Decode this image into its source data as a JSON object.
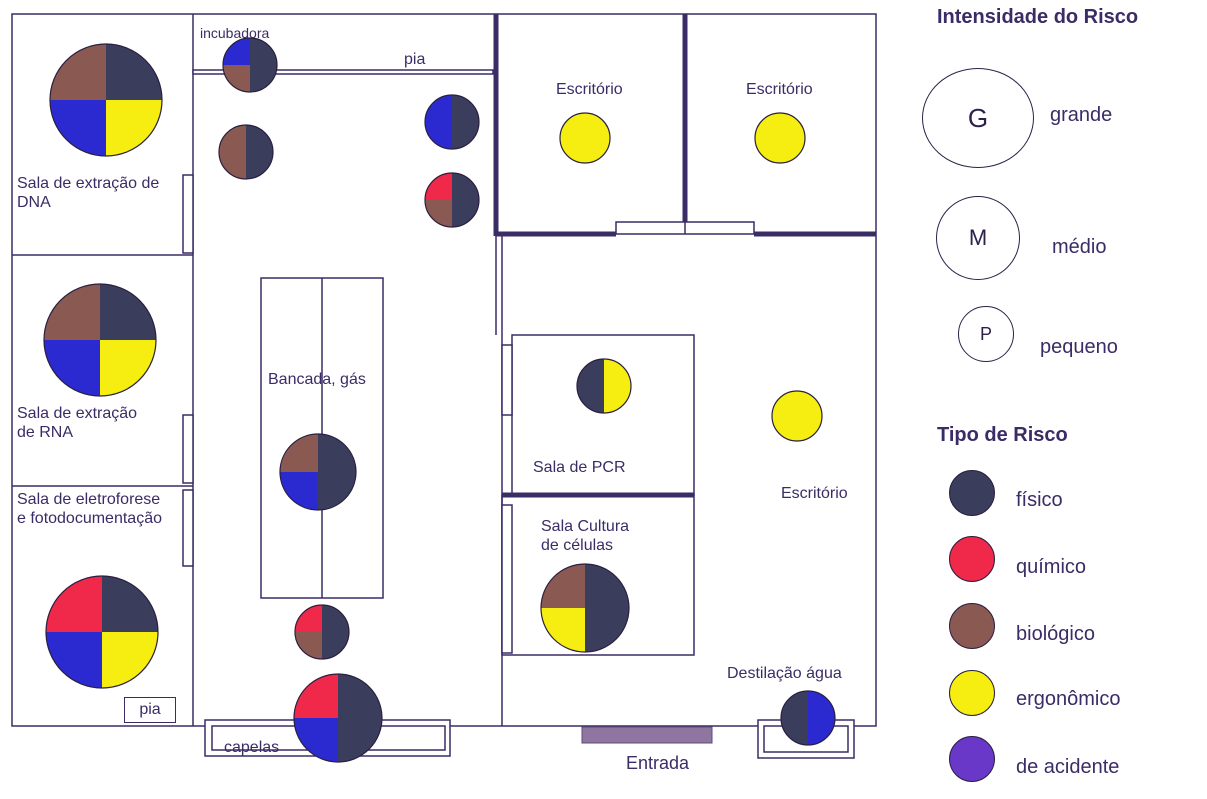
{
  "colors": {
    "wall": "#3b2c66",
    "fisico": "#3a3d5c",
    "quimico": "#f0284a",
    "biologico": "#8a5a52",
    "ergonomico": "#f5ee10",
    "acidente": "#2a2ad0"
  },
  "rooms": {
    "dna": "Sala de extração de\nDNA",
    "rna": "Sala de extração\nde RNA",
    "eletro": "Sala de eletroforese\ne fotodocumentação",
    "incubadora": "incubadora",
    "pia_top": "pia",
    "escritorio1": "Escritório",
    "escritorio2": "Escritório",
    "escritorio3": "Escritório",
    "bancada": "Bancada, gás",
    "pcr": "Sala de PCR",
    "cultura": "Sala Cultura\nde células",
    "destilacao": "Destilação água",
    "pia_bottom": "pia",
    "capelas": "capelas",
    "entrada": "Entrada"
  },
  "legend": {
    "intensity_title": "Intensidade do Risco",
    "sizes": [
      {
        "letter": "G",
        "label": "grande"
      },
      {
        "letter": "M",
        "label": "médio"
      },
      {
        "letter": "P",
        "label": "pequeno"
      }
    ],
    "type_title": "Tipo de Risco",
    "types": [
      {
        "key": "fisico",
        "label": "físico",
        "color": "#3a3d5c"
      },
      {
        "key": "quimico",
        "label": "químico",
        "color": "#f0284a"
      },
      {
        "key": "biologico",
        "label": "biológico",
        "color": "#8a5a52"
      },
      {
        "key": "ergonomico",
        "label": "ergonômico",
        "color": "#f5ee10"
      },
      {
        "key": "acidente",
        "label": "de acidente",
        "color": "#6a38c8"
      }
    ]
  },
  "risk_markers": [
    {
      "id": "dna",
      "intensity": "G",
      "slices": [
        {
          "type": "fisico",
          "angle": 90
        },
        {
          "type": "ergonomico",
          "angle": 90
        },
        {
          "type": "acidente",
          "angle": 90
        },
        {
          "type": "biologico",
          "angle": 90
        }
      ]
    },
    {
      "id": "rna",
      "intensity": "G",
      "slices": [
        {
          "type": "fisico",
          "angle": 90
        },
        {
          "type": "ergonomico",
          "angle": 90
        },
        {
          "type": "acidente",
          "angle": 90
        },
        {
          "type": "biologico",
          "angle": 90
        }
      ]
    },
    {
      "id": "eletro",
      "intensity": "G",
      "slices": [
        {
          "type": "fisico",
          "angle": 90
        },
        {
          "type": "ergonomico",
          "angle": 90
        },
        {
          "type": "acidente",
          "angle": 90
        },
        {
          "type": "quimico",
          "angle": 90
        }
      ]
    },
    {
      "id": "incubadora",
      "intensity": "P",
      "slices": [
        {
          "type": "fisico",
          "angle": 180
        },
        {
          "type": "biologico",
          "angle": 90
        },
        {
          "type": "acidente",
          "angle": 90
        }
      ]
    },
    {
      "id": "corridor-left",
      "intensity": "P",
      "slices": [
        {
          "type": "fisico",
          "angle": 180
        },
        {
          "type": "biologico",
          "angle": 180
        }
      ]
    },
    {
      "id": "corridor-right-top",
      "intensity": "P",
      "slices": [
        {
          "type": "fisico",
          "angle": 180
        },
        {
          "type": "acidente",
          "angle": 180
        }
      ]
    },
    {
      "id": "corridor-right-mid",
      "intensity": "P",
      "slices": [
        {
          "type": "fisico",
          "angle": 180
        },
        {
          "type": "biologico",
          "angle": 90
        },
        {
          "type": "quimico",
          "angle": 90
        }
      ]
    },
    {
      "id": "bancada",
      "intensity": "M",
      "slices": [
        {
          "type": "fisico",
          "angle": 180
        },
        {
          "type": "acidente",
          "angle": 90
        },
        {
          "type": "biologico",
          "angle": 90
        }
      ]
    },
    {
      "id": "capela-small",
      "intensity": "P",
      "slices": [
        {
          "type": "fisico",
          "angle": 180
        },
        {
          "type": "biologico",
          "angle": 90
        },
        {
          "type": "quimico",
          "angle": 90
        }
      ]
    },
    {
      "id": "capelas",
      "intensity": "M",
      "slices": [
        {
          "type": "fisico",
          "angle": 180
        },
        {
          "type": "acidente",
          "angle": 90
        },
        {
          "type": "quimico",
          "angle": 90
        }
      ]
    },
    {
      "id": "escritorio1",
      "intensity": "P",
      "slices": [
        {
          "type": "ergonomico",
          "angle": 360
        }
      ]
    },
    {
      "id": "escritorio2",
      "intensity": "P",
      "slices": [
        {
          "type": "ergonomico",
          "angle": 360
        }
      ]
    },
    {
      "id": "escritorio3",
      "intensity": "P",
      "slices": [
        {
          "type": "ergonomico",
          "angle": 360
        }
      ]
    },
    {
      "id": "pcr",
      "intensity": "P",
      "slices": [
        {
          "type": "ergonomico",
          "angle": 180
        },
        {
          "type": "fisico",
          "angle": 180
        }
      ]
    },
    {
      "id": "cultura",
      "intensity": "M",
      "slices": [
        {
          "type": "fisico",
          "angle": 180
        },
        {
          "type": "ergonomico",
          "angle": 90
        },
        {
          "type": "biologico",
          "angle": 90
        }
      ]
    },
    {
      "id": "destilacao",
      "intensity": "P",
      "slices": [
        {
          "type": "acidente",
          "angle": 180
        },
        {
          "type": "fisico",
          "angle": 180
        }
      ]
    }
  ]
}
